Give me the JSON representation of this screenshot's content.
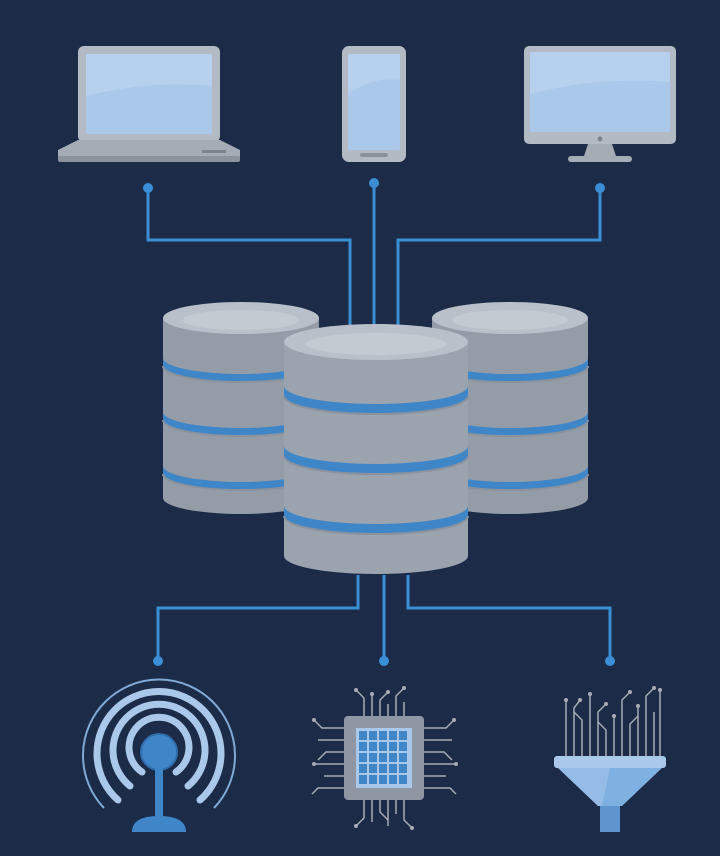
{
  "colors": {
    "background": "#1c2b47",
    "connector": "#3a8fd6",
    "screen": "#a9c8ea",
    "device_body": "#a6acb6",
    "disk": "#9aa3ae",
    "disk_top": "#b9c0c9",
    "disk_band": "#3f86c9",
    "chip": "#8e97a3"
  },
  "top_devices": [
    {
      "name": "laptop",
      "icon": "laptop-icon"
    },
    {
      "name": "smartphone",
      "icon": "smartphone-icon"
    },
    {
      "name": "desktop-monitor",
      "icon": "monitor-icon"
    }
  ],
  "hub": {
    "icon": "database-server-icon",
    "stacks": 3
  },
  "bottom_devices": [
    {
      "name": "wireless-antenna",
      "icon": "antenna-signal-icon"
    },
    {
      "name": "processor-chip",
      "icon": "cpu-chip-icon"
    },
    {
      "name": "data-funnel",
      "icon": "funnel-filter-icon"
    }
  ]
}
